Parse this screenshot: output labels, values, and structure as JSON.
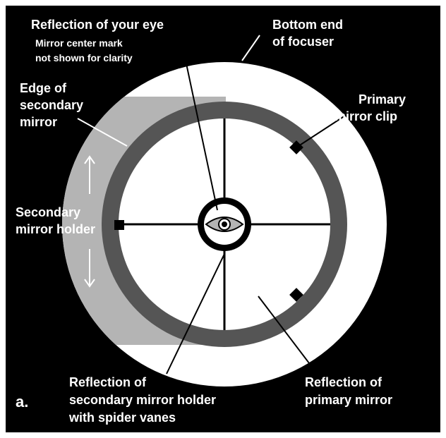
{
  "figure_label": "a.",
  "labels": {
    "reflection_eye": "Reflection of your eye",
    "center_mark_note_1": "Mirror center mark",
    "center_mark_note_2": "not shown for clarity",
    "focuser_1": "Bottom end",
    "focuser_2": "of focuser",
    "edge_secondary_1": "Edge of",
    "edge_secondary_2": "secondary",
    "edge_secondary_3": "mirror",
    "primary_clip_1": "Primary",
    "primary_clip_2": "mirror clip",
    "secondary_holder_1": "Secondary",
    "secondary_holder_2": "mirror holder",
    "secondary_vanes_1": "Reflection of",
    "secondary_vanes_2": "secondary mirror holder",
    "secondary_vanes_3": "with spider vanes",
    "primary_reflection_1": "Reflection of",
    "primary_reflection_2": "primary mirror"
  },
  "colors": {
    "background": "#000000",
    "focuser_disc": "#ffffff",
    "secondary_edge": "#b4b4b4",
    "primary_ring": "#555555",
    "inner_field": "#ffffff",
    "ink": "#000000",
    "text": "#ffffff"
  }
}
